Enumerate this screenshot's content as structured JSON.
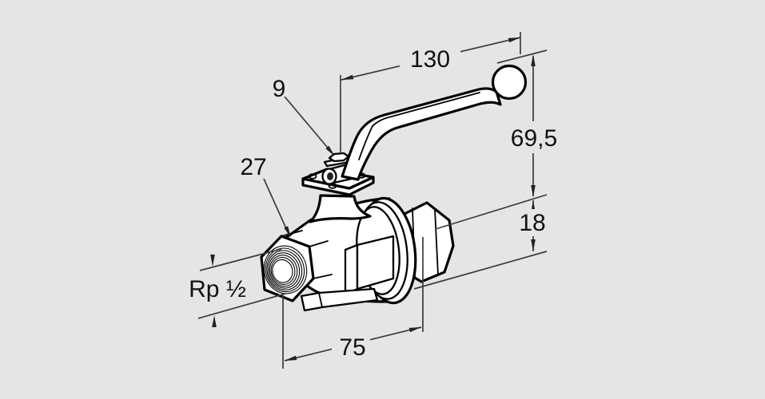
{
  "page": {
    "background_color": "#e5e5e5"
  },
  "figure": {
    "title": "ball-valve-technical-drawing",
    "description": "Isometric line drawing of a lever-handle ball valve with dimension annotations",
    "colors": {
      "outline": "#000000",
      "fill": "#ffffff",
      "dimension_lines": "#3c3c3c",
      "text": "#111111"
    },
    "annotations": {
      "handle_length": "130",
      "stem_detail": "9",
      "hex_across_flats": "27",
      "handle_height": "69,5",
      "center_height": "18",
      "thread_designation": "Rp ½",
      "body_length": "75"
    }
  }
}
